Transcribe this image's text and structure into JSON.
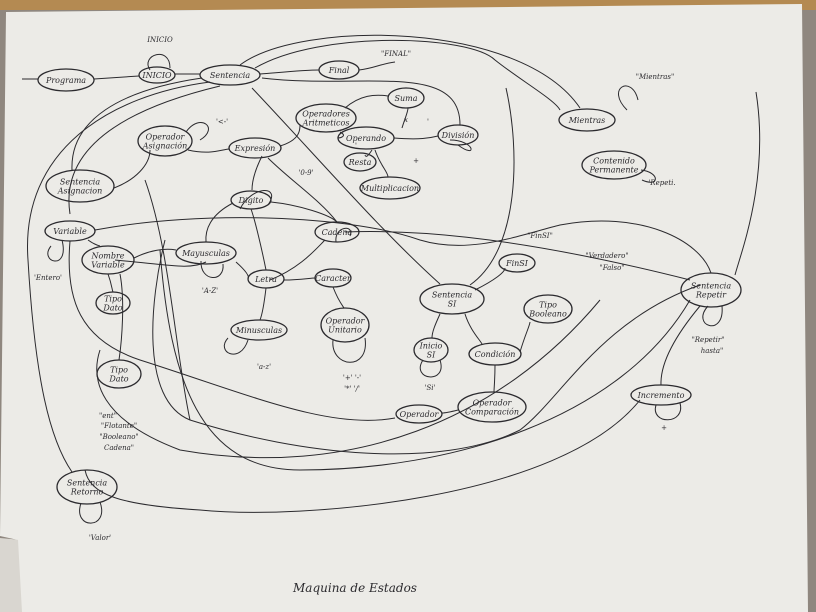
{
  "title": "Maquina de Estados",
  "nodes": {
    "programa": [
      "Programa"
    ],
    "inicio": [
      "INICIO"
    ],
    "sentencia": [
      "Sentencia"
    ],
    "final": [
      "Final"
    ],
    "mientras": [
      "Mientras"
    ],
    "contenido_permanente": [
      "Contenido",
      "Permanente"
    ],
    "sentencia_asignacion": [
      "Sentencia",
      "Asignacion"
    ],
    "operador_asignacion": [
      "Operador",
      "Asignación"
    ],
    "expresion": [
      "Expresión"
    ],
    "operadores_aritmeticos": [
      "Operadores",
      "Aritmeticos"
    ],
    "suma": [
      "Suma"
    ],
    "operando": [
      "Operando"
    ],
    "division": [
      "División"
    ],
    "resta": [
      "Resta"
    ],
    "multiplicacion": [
      "Multiplicacion"
    ],
    "digito": [
      "Digito"
    ],
    "cadena": [
      "Cadena"
    ],
    "variable": [
      "Variable"
    ],
    "nombre_variable": [
      "Nombre",
      "Variable"
    ],
    "tipo_dato_a": [
      "Tipo",
      "Dato"
    ],
    "mayusculas": [
      "Mayusculas"
    ],
    "letra": [
      "Letra"
    ],
    "minusculas": [
      "Minusculas"
    ],
    "caracter": [
      "Caracter"
    ],
    "operador_unitario": [
      "Operador",
      "Unitario"
    ],
    "sentencia_si": [
      "Sentencia",
      "SI"
    ],
    "fin_si": [
      "FinSI"
    ],
    "tipo_booleano": [
      "Tipo",
      "Booleano"
    ],
    "sentencia_repetir": [
      "Sentencia",
      "Repetir"
    ],
    "tipo_dato_b": [
      "Tipo",
      "Dato"
    ],
    "inicio_si": [
      "Inicio",
      "SI"
    ],
    "condicion": [
      "Condición"
    ],
    "operador": [
      "Operador"
    ],
    "operador_comparacion": [
      "Operador",
      "Comparación"
    ],
    "incremento": [
      "Incremento"
    ],
    "sentencia_retorno": [
      "Sentencia",
      "Retorno"
    ]
  },
  "labels": {
    "inicio": "INICIO",
    "final": "\"FINAL\"",
    "le": "'<-'",
    "mientras": "\"Mientras\"",
    "repetir_cont": "'Repeti.",
    "digits": "'0-9'",
    "finsi": "\"FinSI\"",
    "bools": [
      "\"Verdadero\"",
      "\"Falso\""
    ],
    "repetir": [
      "\"Repetir\"",
      "hasta\""
    ],
    "ops_unit": [
      "'+' '-'",
      "'*' '/'"
    ],
    "az_upper": "'A-Z'",
    "az_lower": "'a-z'",
    "si": "'Si'",
    "entero": "'Entero'",
    "types": [
      "\"Flotante\"",
      "\"Booleano\"",
      "Cadena\""
    ],
    "plus": "+",
    "valor": "'Valor'",
    "mark_a": "x",
    "mark_b": "+",
    "mark_c": "'",
    "mark_d": "'",
    "mark_e": "\"ent\""
  },
  "colors": {
    "paper": "#ecebe7",
    "ink": "#2b2a2e",
    "background": "#9a9088",
    "board_edge": "#b48a52"
  }
}
